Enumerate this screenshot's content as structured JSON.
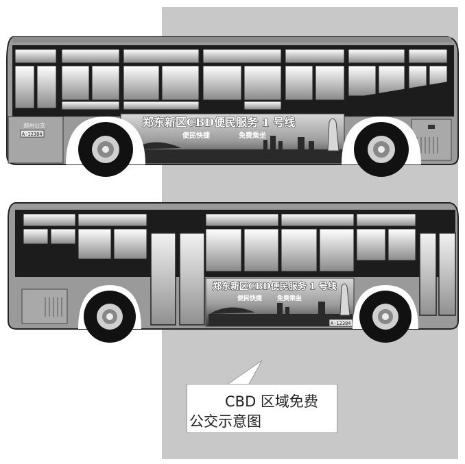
{
  "top_bus": {
    "ad_title": "郑东新区CBD便民服务 1 号线",
    "ad_slogan_1": "便民快捷",
    "ad_slogan_2": "免费乘坐",
    "plate": "A-12384",
    "logo_text": "郑州公交"
  },
  "bottom_bus": {
    "ad_title": "郑东新区CBD便民服务 1 号线",
    "ad_slogan_1": "便民快捷",
    "ad_slogan_2": "免费乘坐",
    "plate": "A-12384"
  },
  "caption": {
    "line1": "CBD 区域免费",
    "line2": "公交示意图"
  },
  "colors": {
    "panel": "#c8c8c8",
    "bus_body": "#9a9a9a",
    "window_dark": "#1c1c1c"
  }
}
